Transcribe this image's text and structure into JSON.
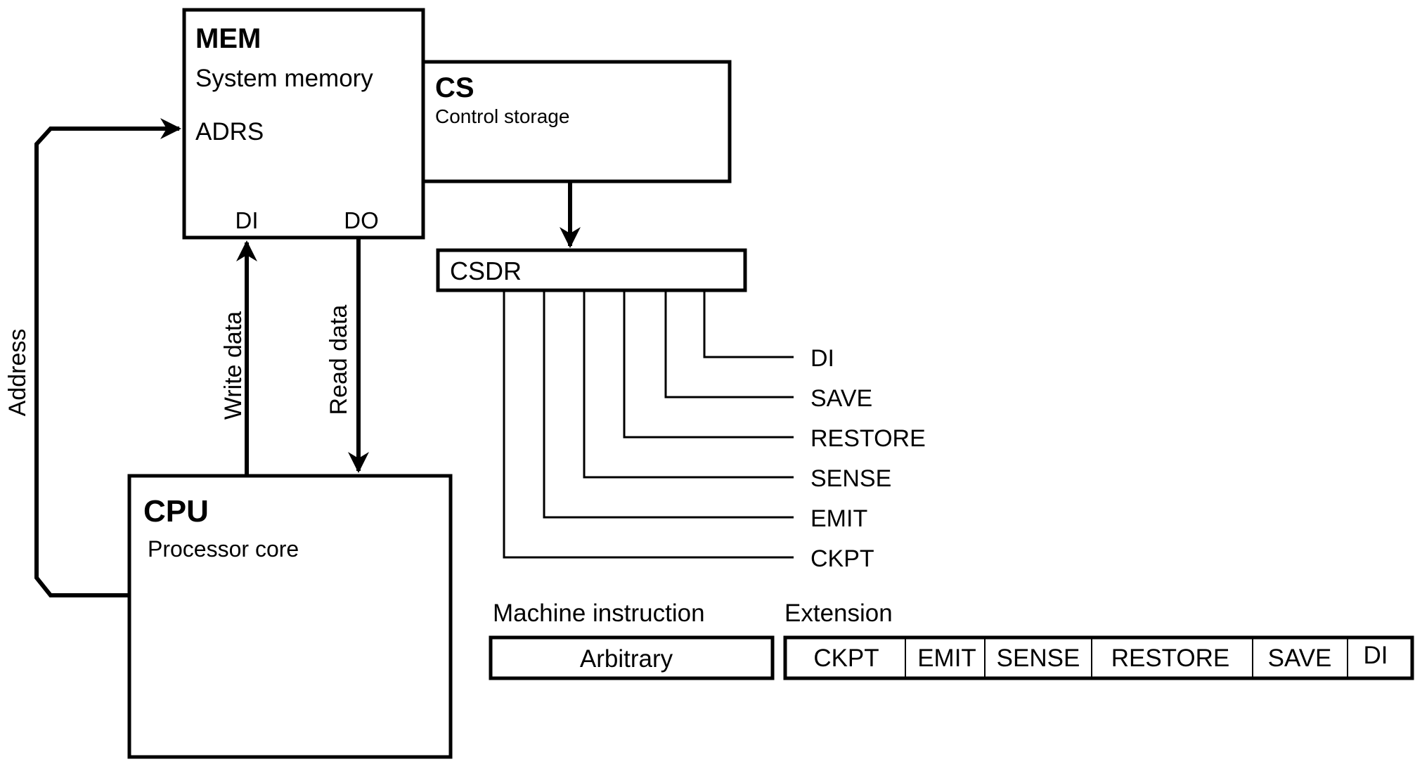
{
  "colors": {
    "stroke": "#000000",
    "background": "#ffffff"
  },
  "mem": {
    "title": "MEM",
    "subtitle": "System memory",
    "port_adrs": "ADRS",
    "port_di": "DI",
    "port_do": "DO"
  },
  "cs": {
    "title": "CS",
    "subtitle": "Control storage"
  },
  "csdr": {
    "title": "CSDR"
  },
  "cpu": {
    "title": "CPU",
    "subtitle": "Processor core"
  },
  "wires": {
    "address": "Address",
    "write_data": "Write data",
    "read_data": "Read data"
  },
  "csdr_fields": [
    "DI",
    "SAVE",
    "RESTORE",
    "SENSE",
    "EMIT",
    "CKPT"
  ],
  "format": {
    "machine_label": "Machine instruction",
    "machine_cell": "Arbitrary",
    "extension_label": "Extension",
    "extension_cells": [
      "CKPT",
      "EMIT",
      "SENSE",
      "RESTORE",
      "SAVE",
      "DI"
    ]
  }
}
